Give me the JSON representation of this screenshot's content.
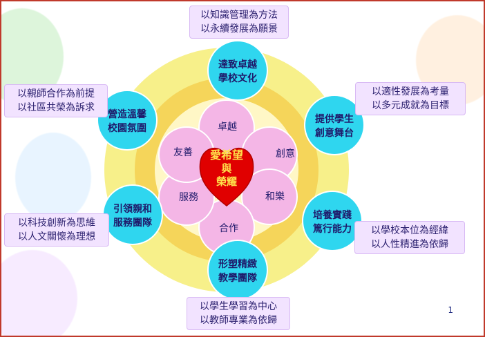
{
  "diagram": {
    "center": {
      "lines": [
        "愛希望",
        "與",
        "榮耀"
      ]
    },
    "petals": [
      {
        "id": "zhuoyue",
        "label": "卓越"
      },
      {
        "id": "chuangyi",
        "label": "創意"
      },
      {
        "id": "hele",
        "label": "和樂"
      },
      {
        "id": "hezuo",
        "label": "合作"
      },
      {
        "id": "fuwu",
        "label": "服務"
      },
      {
        "id": "youshan",
        "label": "友善"
      }
    ],
    "goals": [
      {
        "id": "top",
        "lines": [
          "達致卓越",
          "學校文化"
        ]
      },
      {
        "id": "upper-right",
        "lines": [
          "提供學生",
          "創意舞台"
        ]
      },
      {
        "id": "lower-right",
        "lines": [
          "培養實踐",
          "篤行能力"
        ]
      },
      {
        "id": "bottom",
        "lines": [
          "形塑精緻",
          "教學團隊"
        ]
      },
      {
        "id": "lower-left",
        "lines": [
          "引領親和",
          "服務團隊"
        ]
      },
      {
        "id": "upper-left",
        "lines": [
          "營造溫馨",
          "校園氛圍"
        ]
      }
    ],
    "notes": [
      {
        "id": "top",
        "lines": [
          "以知識管理為方法",
          "以永續發展為願景"
        ]
      },
      {
        "id": "upper-right",
        "lines": [
          "以適性發展為考量",
          "以多元成就為目標"
        ]
      },
      {
        "id": "lower-right",
        "lines": [
          "以學校本位為經緯",
          "以人性精進為依歸"
        ]
      },
      {
        "id": "bottom",
        "lines": [
          "以學生學習為中心",
          "以教師專業為依歸"
        ]
      },
      {
        "id": "lower-left",
        "lines": [
          "以科技創新為思維",
          "以人文關懷為理想"
        ]
      },
      {
        "id": "upper-left",
        "lines": [
          "以親師合作為前提",
          "以社區共榮為訴求"
        ]
      }
    ]
  },
  "slide": {
    "page_number": "1"
  },
  "colors": {
    "outer_ring": "#f7f08a",
    "mid_ring": "#f5d55a",
    "inner_disk": "#fff7c6",
    "petal": "#f4b6e6",
    "goal_circle": "#2fd6ef",
    "heart": "#e00000",
    "heart_text": "#ffe04a",
    "note_bg": "#f2e3ff",
    "text": "#1f1a6b"
  }
}
